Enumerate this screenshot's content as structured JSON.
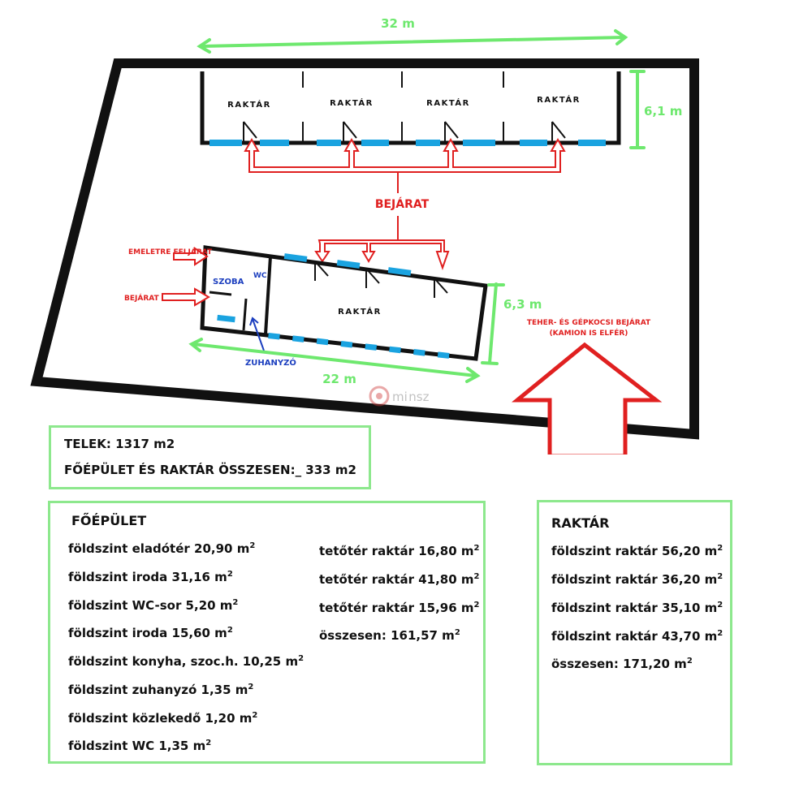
{
  "dimensions": {
    "top_width": "32 m",
    "top_depth": "6,1 m",
    "main_depth": "6,3 m",
    "main_width": "22 m"
  },
  "rooms": {
    "storage_labels": [
      "RAKTÁR",
      "RAKTÁR",
      "RAKTÁR",
      "RAKTÁR"
    ],
    "main_storage": "RAKTÁR",
    "szoba": "SZOBA",
    "wc": "WC",
    "zuhanyzo": "ZUHANYZÓ"
  },
  "annotations": {
    "bejarat_main": "BEJÁRAT",
    "emeletre": "EMELETRE FELJÁRAT",
    "bejarat_side": "BEJÁRAT",
    "truck_line1": "TEHER- ÉS GÉPKOCSI BEJÁRAT",
    "truck_line2": "(KAMION IS ELFÉR)",
    "watermark": "mi nsz"
  },
  "summary": {
    "telek": "TELEK: 1317 m2",
    "total": "FŐÉPÜLET ÉS RAKTÁR ÖSSZESEN:_ 333 m2"
  },
  "foepulet": {
    "title": "FŐÉPÜLET",
    "left": [
      "földszint eladótér 20,90 m",
      "földszint iroda 31,16 m",
      "földszint WC-sor 5,20 m",
      "földszint iroda 15,60 m",
      "földszint konyha, szoc.h. 10,25 m",
      "földszint zuhanyzó 1,35 m",
      "földszint közlekedő 1,20 m",
      "földszint WC 1,35 m"
    ],
    "right": [
      "tetőtér raktár 16,80 m",
      "tetőtér raktár 41,80 m",
      "tetőtér raktár 15,96 m",
      "összesen: 161,57 m"
    ]
  },
  "raktar": {
    "title": "RAKTÁR",
    "items": [
      "földszint raktár 56,20 m",
      "földszint raktár 36,20 m",
      "földszint raktár 35,10 m",
      "földszint raktár 43,70 m",
      "összesen: 171,20 m"
    ]
  },
  "unit_sup": "2",
  "colors": {
    "dimension": "#6ee86e",
    "arrow": "#e02020",
    "window": "#1aa3e0",
    "wall": "#111111",
    "box_border": "#8de88d"
  }
}
